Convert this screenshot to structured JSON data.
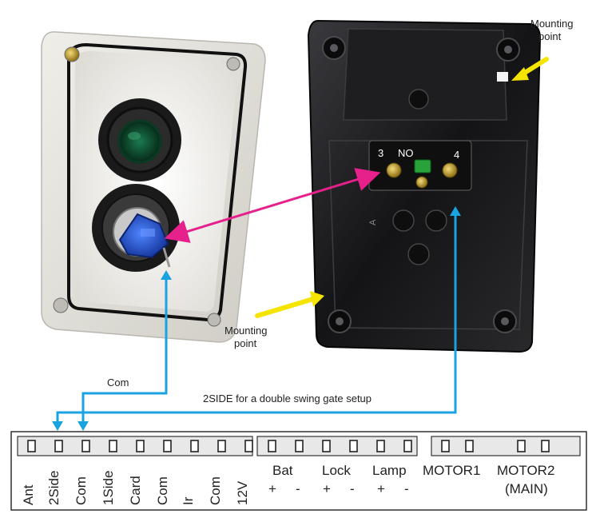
{
  "diagram": {
    "labels": {
      "mounting_point_right_line1": "Mounting",
      "mounting_point_right_line2": "point",
      "mounting_point_center_line1": "Mounting",
      "mounting_point_center_line2": "point",
      "contact_3": "3",
      "contact_no": "NO",
      "contact_4": "4",
      "contact_a": "A",
      "com_wire": "Com",
      "twoside_wire": "2SIDE for a double swing gate setup"
    },
    "terminals_main": [
      "Ant",
      "2Side",
      "Com",
      "1Side",
      "Card",
      "Com",
      "Ir",
      "Com",
      "12V"
    ],
    "terminals_power": {
      "groups": [
        "Bat",
        "Lock",
        "Lamp"
      ],
      "signs": [
        "+",
        "-",
        "+",
        "-",
        "+",
        "-"
      ]
    },
    "terminals_motor": {
      "motor1": "MOTOR1",
      "motor2_line1": "MOTOR2",
      "motor2_line2": "(MAIN)"
    },
    "colors": {
      "pink_arrow": "#e6218b",
      "blue_wire": "#1aa3e0",
      "yellow_arrow": "#f5e400",
      "left_box": "#e4e2dc",
      "right_box": "#1b1b1d",
      "blue_knob": "#1f4fc8",
      "green_button": "#0d5a36",
      "brass": "#c8a43c"
    },
    "icons": [
      "push-button-icon",
      "key-switch-icon",
      "screw-icon",
      "arrow-icon"
    ]
  }
}
